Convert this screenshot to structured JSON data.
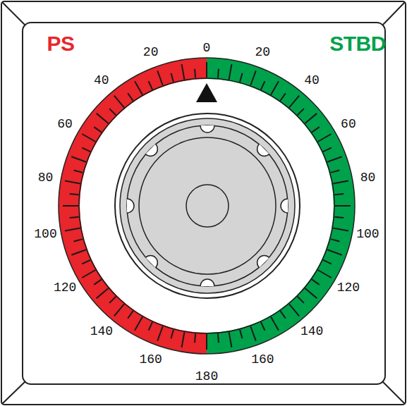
{
  "diagram": {
    "labels": [
      "PS",
      "20",
      "0",
      "20",
      "STBD",
      "40",
      "40",
      "60",
      "60",
      "80",
      "80",
      "100",
      "100",
      "120",
      "120",
      "140",
      "140",
      "160",
      "180",
      "160"
    ]
  }
}
